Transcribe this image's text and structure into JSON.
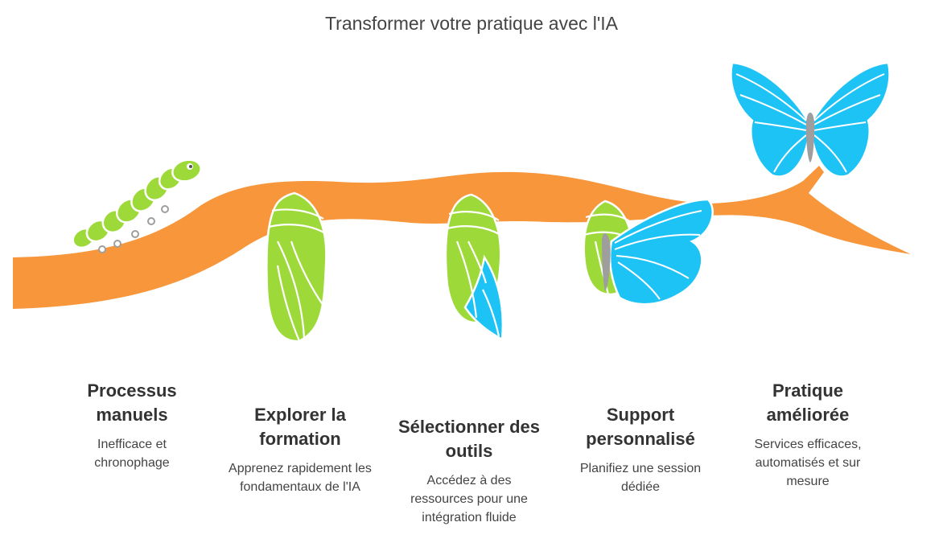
{
  "title": "Transformer votre pratique avec l'IA",
  "colors": {
    "branch": "#F7963B",
    "green": "#9ED93A",
    "blue": "#1EC3F5",
    "body": "#9E9E9E"
  },
  "stages": [
    {
      "icon": "caterpillar-icon",
      "heading": "Processus manuels",
      "description": "Inefficace et chronophage"
    },
    {
      "icon": "chrysalis-icon",
      "heading": "Explorer la formation",
      "description": "Apprenez rapidement les fondamentaux de l'IA"
    },
    {
      "icon": "chrysalis-wing-icon",
      "heading": "Sélectionner des outils",
      "description": "Accédez à des ressources pour une intégration fluide"
    },
    {
      "icon": "emerging-butterfly-icon",
      "heading": "Support personnalisé",
      "description": "Planifiez une session dédiée"
    },
    {
      "icon": "butterfly-icon",
      "heading": "Pratique améliorée",
      "description": "Services efficaces, automatisés et sur mesure"
    }
  ]
}
